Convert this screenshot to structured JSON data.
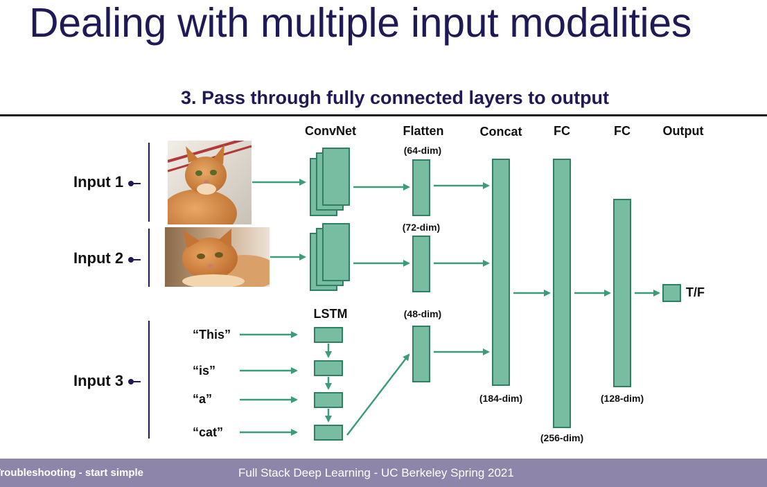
{
  "title": "Dealing with multiple input modalities",
  "subtitle": "3. Pass through fully connected layers to output",
  "inputs": [
    {
      "label": "Input 1"
    },
    {
      "label": "Input 2"
    },
    {
      "label": "Input 3"
    }
  ],
  "headers": {
    "convnet": "ConvNet",
    "flatten": "Flatten",
    "concat": "Concat",
    "fc1": "FC",
    "fc2": "FC",
    "output": "Output",
    "lstm": "LSTM"
  },
  "dims": {
    "flatten1": "(64-dim)",
    "flatten2": "(72-dim)",
    "flatten3": "(48-dim)",
    "concat": "(184-dim)",
    "fc1": "(256-dim)",
    "fc2": "(128-dim)"
  },
  "words": [
    "“This”",
    "“is”",
    "“a”",
    "“cat”"
  ],
  "output_label": "T/F",
  "footer": {
    "left": "Troubleshooting - start simple",
    "center": "Full Stack Deep Learning - UC Berkeley Spring 2021"
  },
  "colors": {
    "title": "#1f1a56",
    "box_fill": "#78bca2",
    "box_border": "#2f7f62",
    "arrow": "#3c9c78",
    "footer_bg": "#8e86aa"
  },
  "images": [
    {
      "name": "cat-photo-1"
    },
    {
      "name": "cat-photo-2"
    }
  ]
}
